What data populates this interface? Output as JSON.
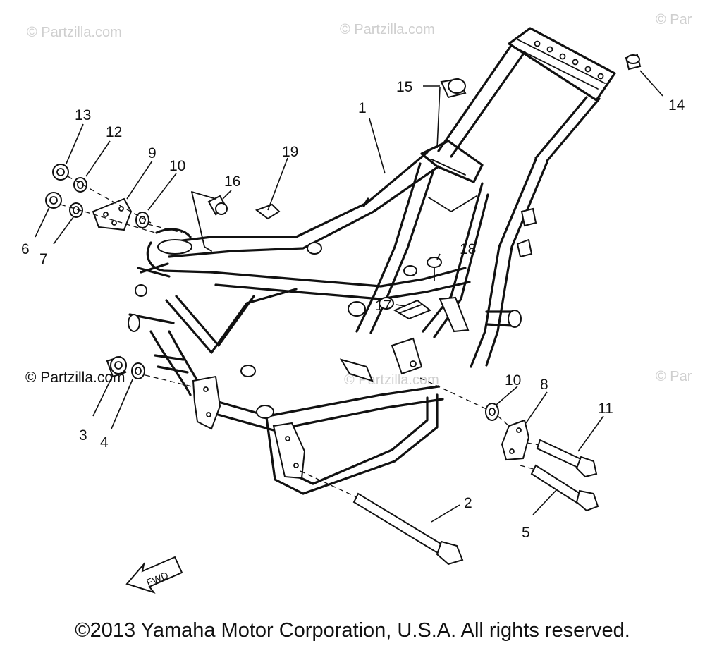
{
  "watermarks": {
    "top_left": "© Partzilla.com",
    "top_center": "© Partzilla.com",
    "top_right": "© Par",
    "mid_left": "© Partzilla.com",
    "mid_center": "© Partzilla.com",
    "mid_right": "© Par"
  },
  "callouts": {
    "c1": "1",
    "c2": "2",
    "c3": "3",
    "c4": "4",
    "c5": "5",
    "c6": "6",
    "c7": "7",
    "c8": "8",
    "c9": "9",
    "c10a": "10",
    "c10b": "10",
    "c11": "11",
    "c12": "12",
    "c13": "13",
    "c14": "14",
    "c15": "15",
    "c16": "16",
    "c17": "17",
    "c18": "18",
    "c19": "19"
  },
  "fwd_arrow_label": "FWD",
  "footer_text": "©2013 Yamaha Motor Corporation, U.S.A. All rights reserved.",
  "colors": {
    "line": "#111111",
    "watermark": "#cfcfcf",
    "background": "#ffffff"
  }
}
